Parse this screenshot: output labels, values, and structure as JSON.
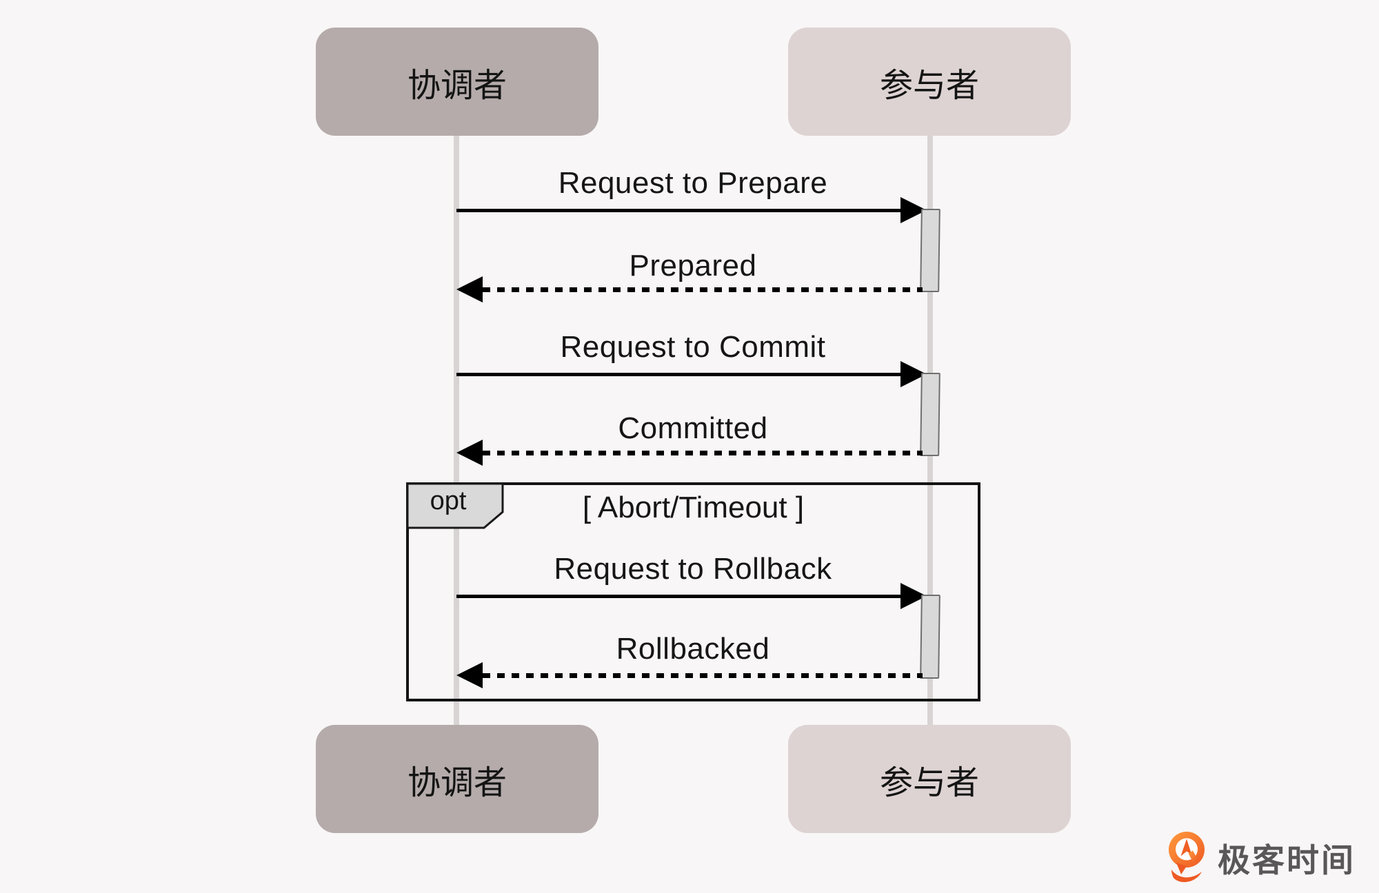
{
  "colors": {
    "page-bg": "#f8f6f6",
    "coordinator-fill": "#b4abaa",
    "participant-fill": "#ddd3d2",
    "lifeline": "#d8d4d4",
    "activation-fill": "#d9d9d9",
    "activation-border": "#6f6f6f",
    "fragment-border": "#141414",
    "text": "#111111",
    "logo-orange": "#ee5a23",
    "logo-text": "#595757"
  },
  "actors": [
    {
      "label": "协调者"
    },
    {
      "label": "参与者"
    }
  ],
  "messages": [
    {
      "label": "Request to Prepare",
      "type": "solid",
      "direction": "right"
    },
    {
      "label": "Prepared",
      "type": "dashed",
      "direction": "left"
    },
    {
      "label": "Request to Commit",
      "type": "solid",
      "direction": "right"
    },
    {
      "label": "Committed",
      "type": "dashed",
      "direction": "left"
    },
    {
      "label": "Request to Rollback",
      "type": "solid",
      "direction": "right"
    },
    {
      "label": "Rollbacked",
      "type": "dashed",
      "direction": "left"
    }
  ],
  "fragment": {
    "operator": "opt",
    "guard": "[ Abort/Timeout ]"
  },
  "branding": {
    "logo_text": "极客时间"
  }
}
